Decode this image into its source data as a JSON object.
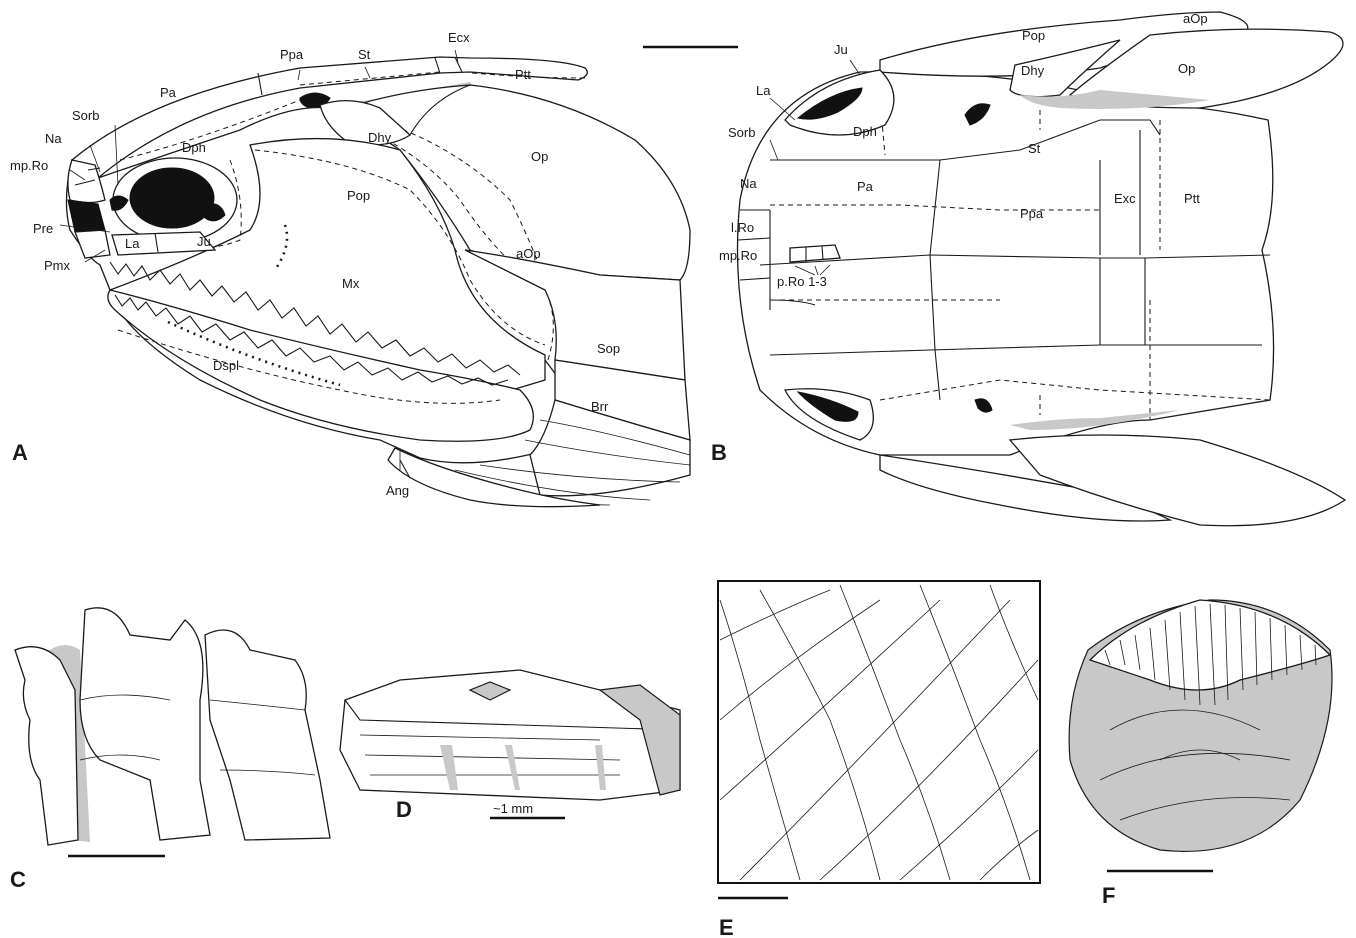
{
  "panel_letters": [
    "A",
    "B",
    "C",
    "D",
    "E",
    "F"
  ],
  "panel_a": {
    "labels": [
      "Ppa",
      "St",
      "Ecx",
      "Ptt",
      "Pa",
      "Sorb",
      "Na",
      "mp.Ro",
      "Dph",
      "Dhy",
      "Op",
      "Pop",
      "Pre",
      "Pmx",
      "La",
      "Ju",
      "aOp",
      "Mx",
      "Sop",
      "Dspl",
      "Brr",
      "Ang"
    ]
  },
  "panel_b": {
    "labels": [
      "Pop",
      "aOp",
      "Ju",
      "Dhy",
      "Op",
      "La",
      "Dph",
      "Sorb",
      "St",
      "Na",
      "Pa",
      "Ppa",
      "Exc",
      "Ptt",
      "l.Ro",
      "mp.Ro",
      "p.Ro 1-3"
    ]
  },
  "panel_d": {
    "scale_label": "~1 mm"
  }
}
